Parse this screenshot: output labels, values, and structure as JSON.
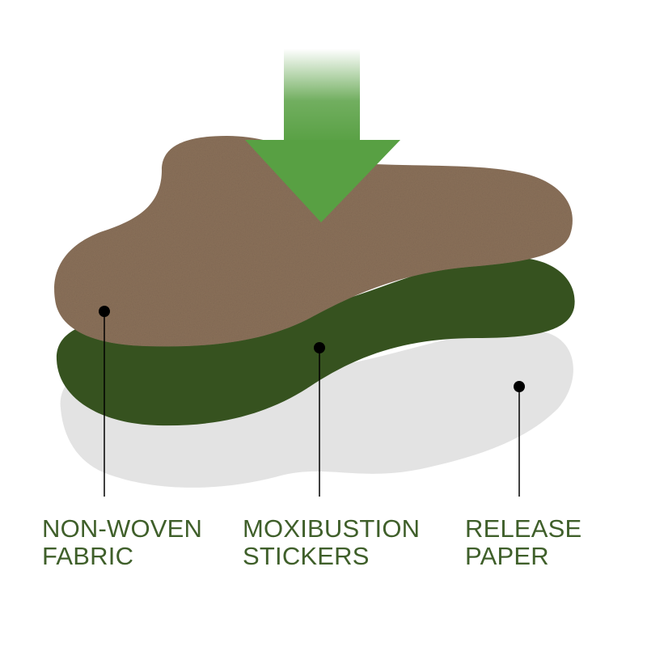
{
  "colors": {
    "fabric": "#8b715a",
    "fabric_speckle": "#a4896f",
    "sticker": "#36521f",
    "release_paper": "#e3e3e3",
    "arrow": "#58a043",
    "label_text": "#3f5f2a",
    "leader_line": "#000000"
  },
  "icons": {
    "arrow": "down-arrow-icon"
  },
  "layers": [
    {
      "id": "fabric",
      "line1": "NON-WOVEN",
      "line2": "FABRIC"
    },
    {
      "id": "stickers",
      "line1": "MOXIBUSTION",
      "line2": "STICKERS"
    },
    {
      "id": "paper",
      "line1": "RELEASE",
      "line2": "PAPER"
    }
  ]
}
